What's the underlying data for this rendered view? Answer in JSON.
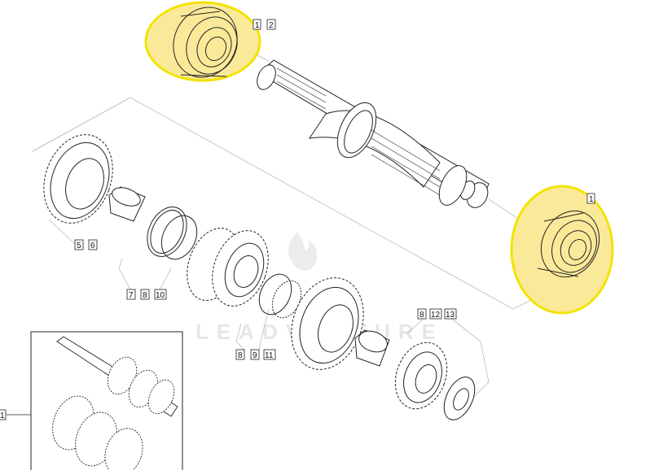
{
  "watermark": {
    "text": "LEADVENTURE"
  },
  "highlight_color": "#f3e300",
  "highlight_fill": "#fbe99a",
  "callouts": [
    {
      "id": "c1",
      "text": "1"
    },
    {
      "id": "c2",
      "text": "2"
    },
    {
      "id": "c3",
      "text": "1"
    },
    {
      "id": "c4",
      "text": "5"
    },
    {
      "id": "c5",
      "text": "6"
    },
    {
      "id": "c6",
      "text": "7"
    },
    {
      "id": "c7",
      "text": "8"
    },
    {
      "id": "c8",
      "text": "10"
    },
    {
      "id": "c9",
      "text": "8"
    },
    {
      "id": "c10",
      "text": "9"
    },
    {
      "id": "c11",
      "text": "11"
    },
    {
      "id": "c12",
      "text": "8"
    },
    {
      "id": "c13",
      "text": "12"
    },
    {
      "id": "c14",
      "text": "13"
    },
    {
      "id": "c15",
      "text": "1"
    }
  ]
}
